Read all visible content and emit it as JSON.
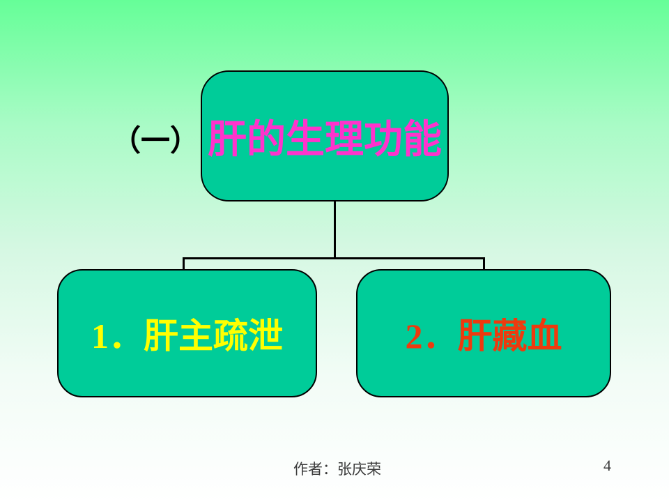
{
  "slide": {
    "section_label": "（一）",
    "title": "肝的生理功能",
    "children": [
      {
        "label": "1．肝主疏泄"
      },
      {
        "label": "2．肝藏血"
      }
    ],
    "footer": {
      "author": "作者：张庆荣",
      "page_number": "4"
    },
    "colors": {
      "background_top": "#66FE98",
      "background_bottom": "#FFFFFF",
      "box_fill": "#00CC99",
      "box_border": "#000000",
      "title_text": "#FF33CC",
      "child1_text": "#FFFF00",
      "child2_text": "#EE3A0E",
      "connector": "#000000",
      "footer_text": "#3A3A3A"
    }
  }
}
